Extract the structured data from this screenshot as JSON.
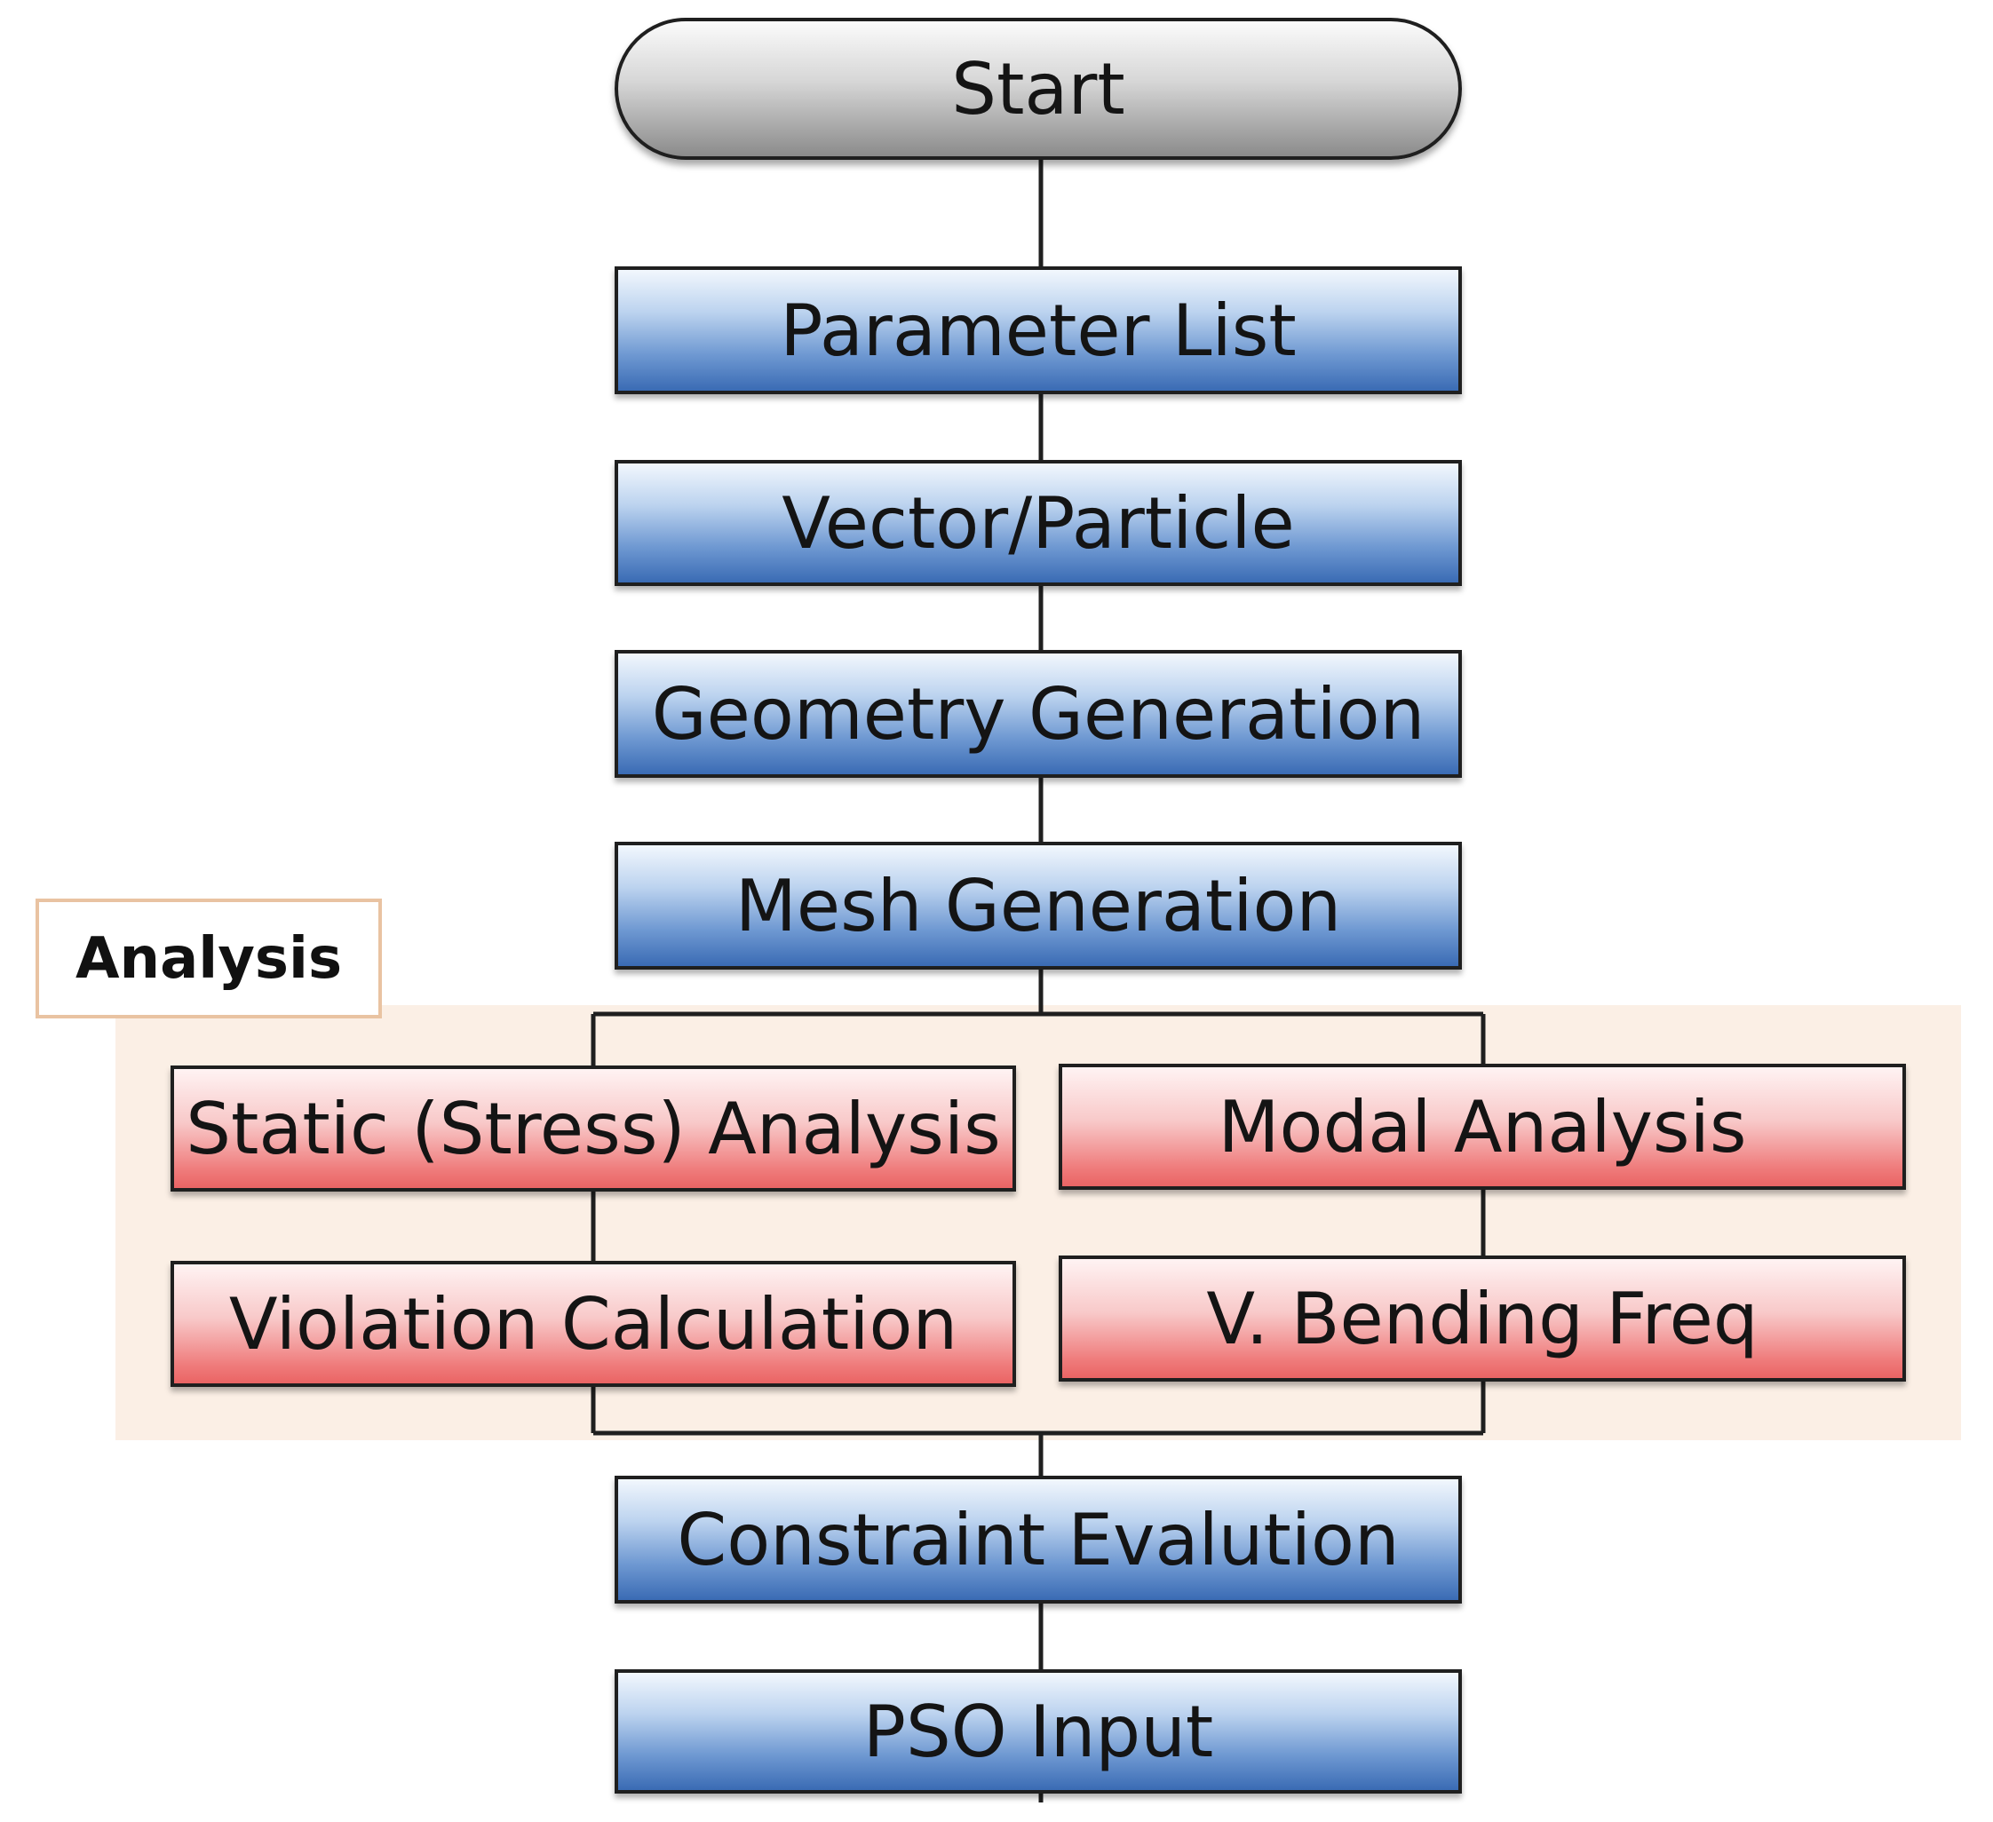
{
  "diagram": {
    "start": "Start",
    "steps_top": [
      "Parameter List",
      "Vector/Particle",
      "Geometry Generation",
      "Mesh Generation"
    ],
    "analysis_group": {
      "label": "Analysis",
      "left_branch": [
        "Static (Stress) Analysis",
        "Violation Calculation"
      ],
      "right_branch": [
        "Modal Analysis",
        "V. Bending Freq"
      ]
    },
    "steps_bottom": [
      "Constraint Evalution",
      "PSO Input"
    ]
  },
  "colors": {
    "step_fill": "#4a7cc0",
    "analysis_fill": "#ee7070",
    "analysis_region": "#fbefe5",
    "analysis_label_border": "#e9c3a2",
    "connector": "#1f1f1f"
  }
}
